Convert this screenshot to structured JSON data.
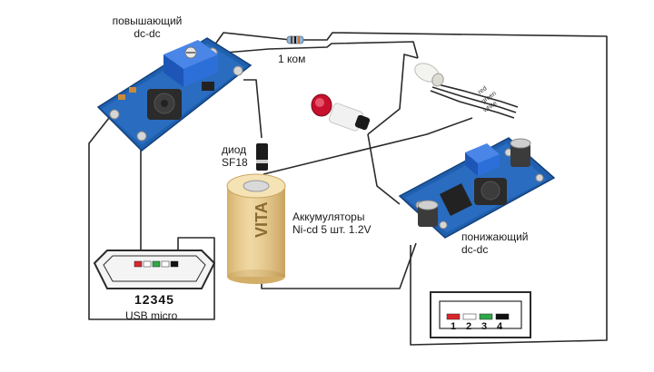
{
  "labels": {
    "boost_line1": "повышающий",
    "boost_line2": "dc-dc",
    "resistor": "1 ком",
    "diode_line1": "диод",
    "diode_line2": "SF18",
    "battery_line1": "Аккумуляторы",
    "battery_line2": "Ni-cd 5 шт. 1.2V",
    "buck_line1": "понижающий",
    "buck_line2": "dc-dc",
    "usb_micro_pins": "12345",
    "usb_micro_name": "USB micro",
    "usb_a_pins": [
      "1",
      "2",
      "3",
      "4"
    ],
    "battery_brand": "VITA",
    "led_wires": [
      "red",
      "green",
      "white"
    ]
  },
  "colors": {
    "wire": "#2a2a2a",
    "board": "#1f5fae",
    "trimmer": "#2d6fd8",
    "battery": "#e8c98a",
    "pin_red": "#d9252a",
    "pin_white": "#ffffff",
    "pin_green": "#2fa84a",
    "pin_black": "#111111",
    "button": "#c8102e"
  }
}
